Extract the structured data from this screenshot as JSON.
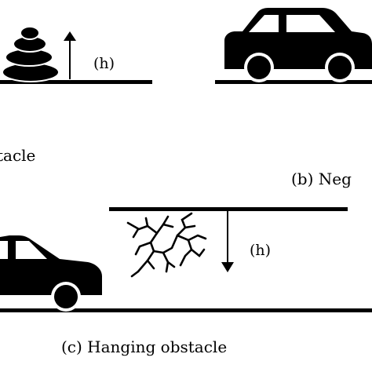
{
  "labels": {
    "height_a": "(h)",
    "height_c": "(h)",
    "caption_a": "tacle",
    "caption_b": "(b) Neg",
    "caption_c": "(c) Hanging obstacle"
  },
  "colors": {
    "ink": "#000000",
    "background": "#ffffff"
  },
  "icons": [
    "stacked-rocks-icon",
    "car-icon",
    "car-icon",
    "branches-icon",
    "arrow-up-icon",
    "arrow-down-icon"
  ]
}
